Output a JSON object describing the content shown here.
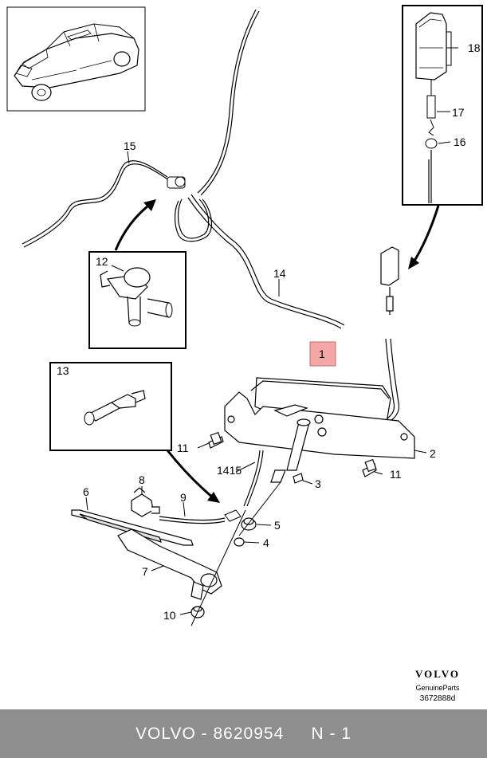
{
  "callouts": [
    "1",
    "2",
    "3",
    "4",
    "5",
    "6",
    "7",
    "8",
    "9",
    "10",
    "11",
    "11",
    "12",
    "13",
    "1415",
    "14",
    "15",
    "16",
    "17",
    "18"
  ],
  "brand": {
    "name": "VOLVO",
    "tagline": "GenuineParts",
    "drawing_no": "3672888d"
  },
  "footer": {
    "make": "VOLVO",
    "sep": " - ",
    "part_no": "8620954",
    "page": "N - 1"
  },
  "colors": {
    "highlight": "#f4a7a7",
    "footer_bg": "#8e8e8e",
    "line": "#000000"
  }
}
